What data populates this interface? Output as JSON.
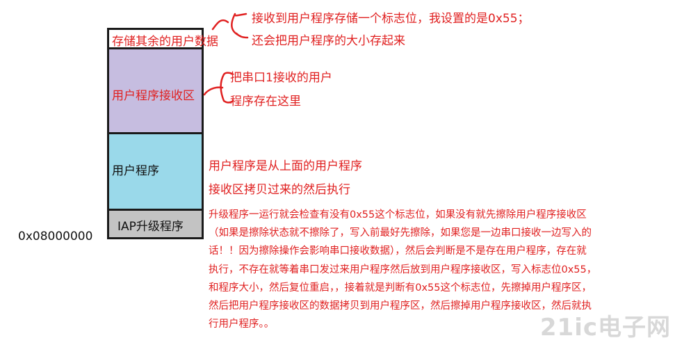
{
  "memory_map": {
    "segment_user_data": "存储其余的用户数据",
    "segment_receive_area": "用户程序接收区",
    "segment_user_program": "用户程序",
    "segment_iap": "IAP升级程序",
    "base_address": "0x08000000"
  },
  "annotations": {
    "flag_note_line1": "接收到用户程序存储一个标志位，我设置的是0x55；",
    "flag_note_line2": "还会把用户程序的大小存起来",
    "receive_note_line1": "把串口1接收的用户",
    "receive_note_line2": "程序存在这里",
    "program_note_line1": "用户程序是从上面的用户程序",
    "program_note_line2": "接收区拷贝过来的然后执行"
  },
  "explanation": {
    "lines": [
      "升级程序一运行就会检查有没有0x55这个标志位，如果没有就先擦除用户程序接收区",
      "（如果是擦除状态就不擦除了，写入前最好先擦除，如果您是一边串口接收一边写入的",
      "话！！因为擦除操作会影响串口接收数据），然后会判断是不是存在用户程序，存在就",
      "执行，不存在就等着串口发过来用户程序然后放到用户程序接收区，写入标志位0x55，",
      "和程序大小，然后复位重启，，接着就是判断有0x55这个标志位，先擦掉用户程序区，",
      "然后把用户程序接收区的数据拷贝到用户程序区，然后擦掉用户程序接收区，然后就执",
      "行用户程序。。"
    ]
  },
  "watermark": "21ic电子网",
  "colors": {
    "annotation": "#e02020",
    "receive_area": "#c6bde0",
    "user_program": "#9ad9ea",
    "iap": "#c3c3c3"
  }
}
